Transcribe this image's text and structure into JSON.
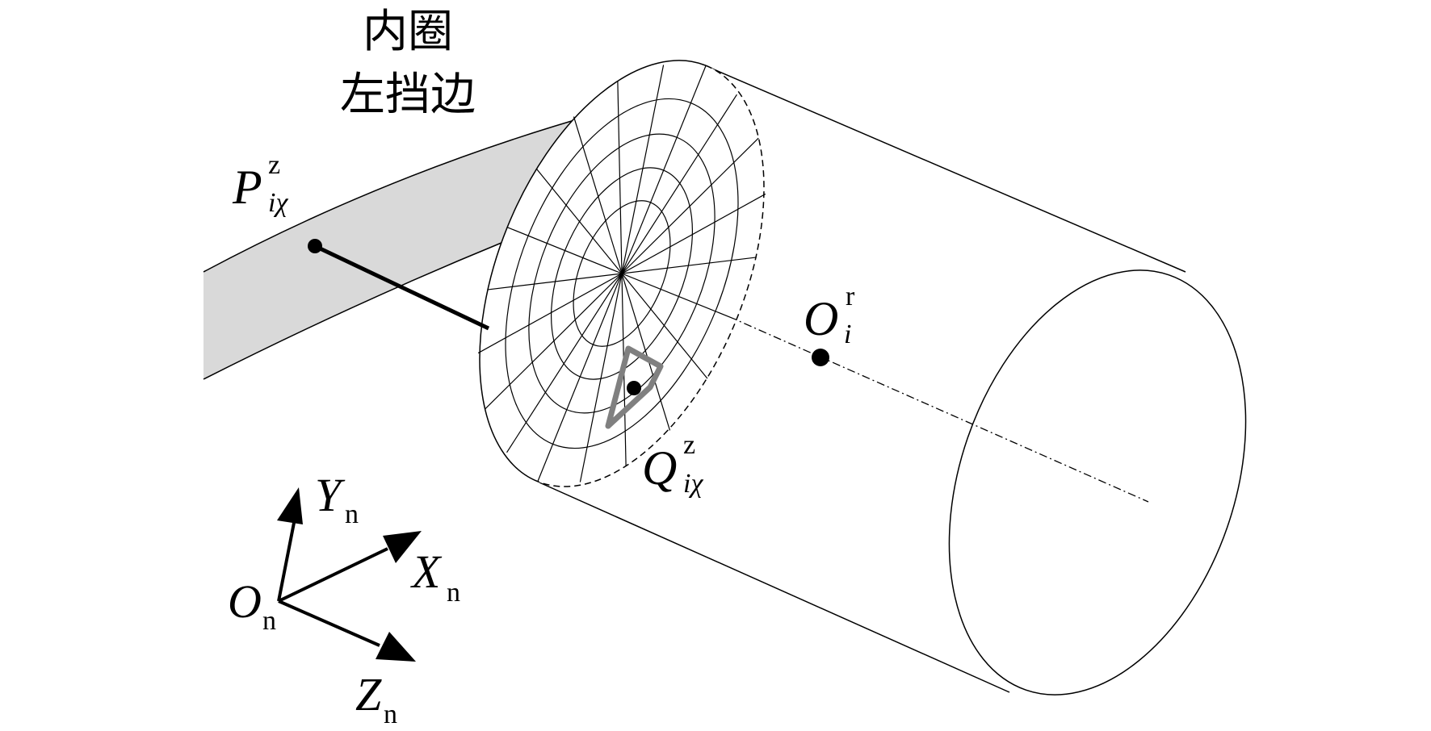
{
  "flange_label": [
    "内圈",
    "左挡边"
  ],
  "point_P": {
    "main": "P",
    "sup": "z",
    "sub": "iχ"
  },
  "point_Q": {
    "main": "Q",
    "sup": "z",
    "sub": "iχ"
  },
  "point_O": {
    "main": "O",
    "sup": "r",
    "sub": "i"
  },
  "axis_Y": {
    "main": "Y",
    "sub": "n"
  },
  "axis_X": {
    "main": "X",
    "sub": "n"
  },
  "axis_Z": {
    "main": "Z",
    "sub": "n"
  },
  "origin": {
    "main": "O",
    "sub": "n"
  },
  "colors": {
    "flange_fill": "#d9d9d9",
    "highlight": "#808080",
    "stroke": "#000000"
  }
}
